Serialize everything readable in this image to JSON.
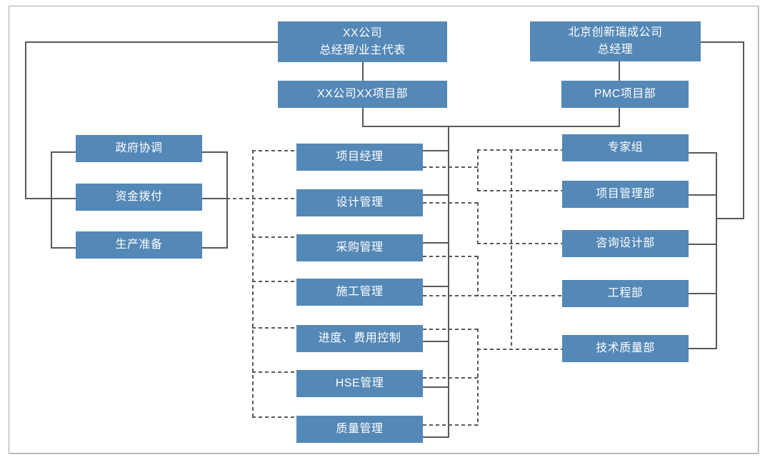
{
  "diagram": {
    "type": "org-chart",
    "accent_color": "#5488b6",
    "line_color": "#595959",
    "nodes": {
      "owner_gm": {
        "line1": "XX公司",
        "line2": "总经理/业主代表"
      },
      "owner_project_dept": {
        "label": "XX公司XX项目部"
      },
      "pmc_company_gm": {
        "line1": "北京创新瑞成公司",
        "line2": "总经理"
      },
      "pmc_project_dept": {
        "label": "PMC项目部"
      },
      "owner_functions": [
        {
          "label": "政府协调"
        },
        {
          "label": "资金拨付"
        },
        {
          "label": "生产准备"
        }
      ],
      "pmc_functions": [
        {
          "label": "项目经理"
        },
        {
          "label": "设计管理"
        },
        {
          "label": "采购管理"
        },
        {
          "label": "施工管理"
        },
        {
          "label": "进度、费用控制"
        },
        {
          "label": "HSE管理"
        },
        {
          "label": "质量管理"
        }
      ],
      "pmc_departments": [
        {
          "label": "专家组"
        },
        {
          "label": "项目管理部"
        },
        {
          "label": "咨询设计部"
        },
        {
          "label": "工程部"
        },
        {
          "label": "技术质量部"
        }
      ]
    }
  }
}
